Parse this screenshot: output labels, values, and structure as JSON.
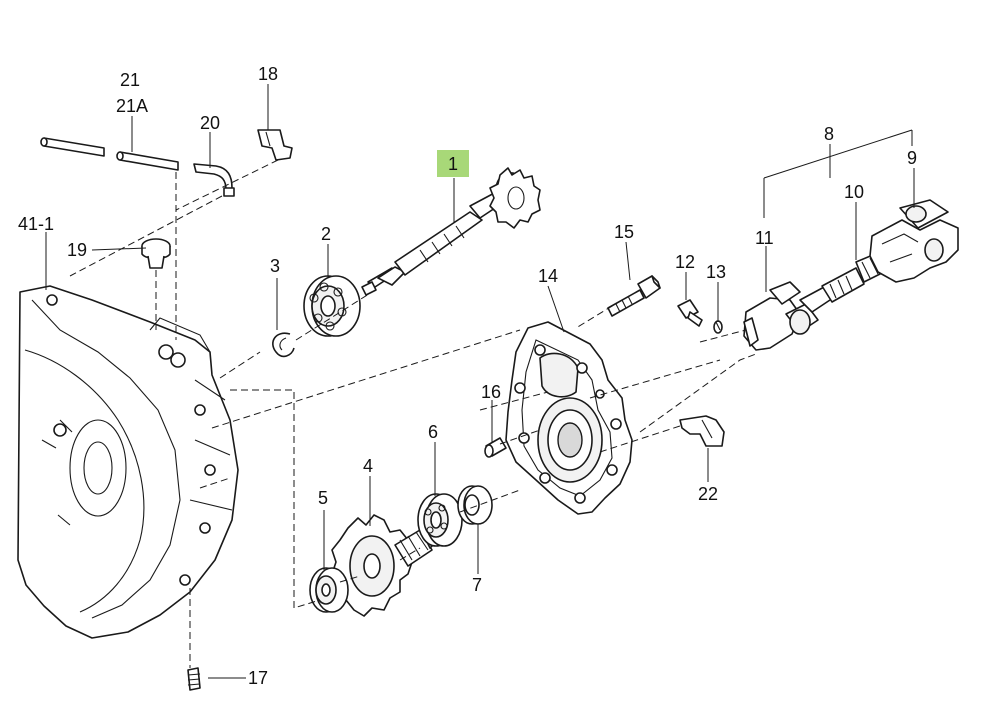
{
  "diagram": {
    "highlight_color": "#a8d878",
    "line_color": "#1a1a1a",
    "callouts": {
      "p1": "1",
      "p2": "2",
      "p3": "3",
      "p4": "4",
      "p5": "5",
      "p6": "6",
      "p7": "7",
      "p8": "8",
      "p9": "9",
      "p10": "10",
      "p11": "11",
      "p12": "12",
      "p13": "13",
      "p14": "14",
      "p15": "15",
      "p16": "16",
      "p17": "17",
      "p18": "18",
      "p19": "19",
      "p20": "20",
      "p21": "21",
      "p21a": "21A",
      "p22": "22",
      "p41": "41-1"
    }
  }
}
